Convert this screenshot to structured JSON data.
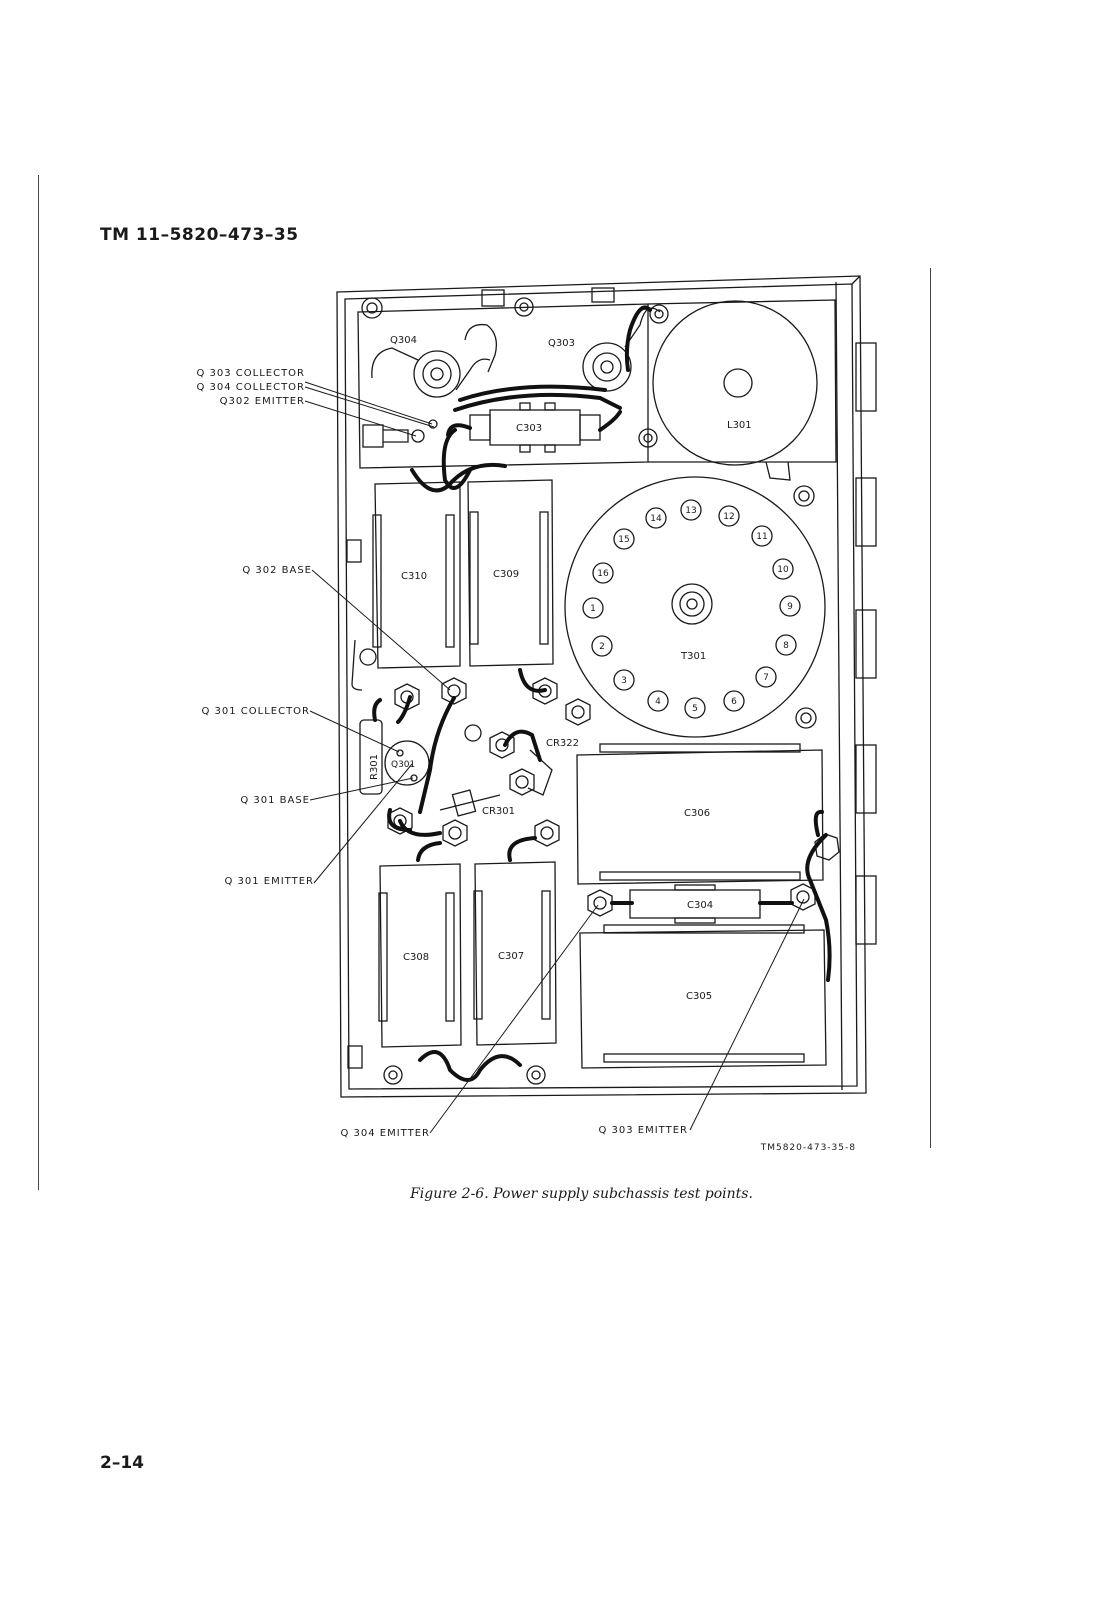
{
  "header": {
    "doc_id": "TM 11–5820–473–35"
  },
  "figure": {
    "caption": "Figure 2-6. Power supply subchassis test points.",
    "drawing_number": "TM5820-473-35-8",
    "callouts": {
      "q303_collector": "Q 303 COLLECTOR",
      "q304_collector": "Q 304 COLLECTOR",
      "q302_emitter": "Q302 EMITTER",
      "q302_base": "Q 302 BASE",
      "q301_collector": "Q 301 COLLECTOR",
      "q301_base": "Q 301 BASE",
      "q301_emitter": "Q 301 EMITTER",
      "q304_emitter": "Q 304 EMITTER",
      "q303_emitter": "Q 303 EMITTER"
    },
    "parts": {
      "q304": "Q304",
      "q303": "Q303",
      "c303": "C303",
      "l301": "L301",
      "c310": "C310",
      "c309": "C309",
      "t301": "T301",
      "cr322": "CR322",
      "r301": "R301",
      "q301": "Q301",
      "cr301": "CR301",
      "c306": "C306",
      "c304": "C304",
      "c308": "C308",
      "c307": "C307",
      "c305": "C305"
    },
    "terminals": [
      "1",
      "2",
      "3",
      "4",
      "5",
      "6",
      "7",
      "8",
      "9",
      "10",
      "11",
      "12",
      "13",
      "14",
      "15",
      "16"
    ]
  },
  "footer": {
    "page_number": "2–14"
  }
}
